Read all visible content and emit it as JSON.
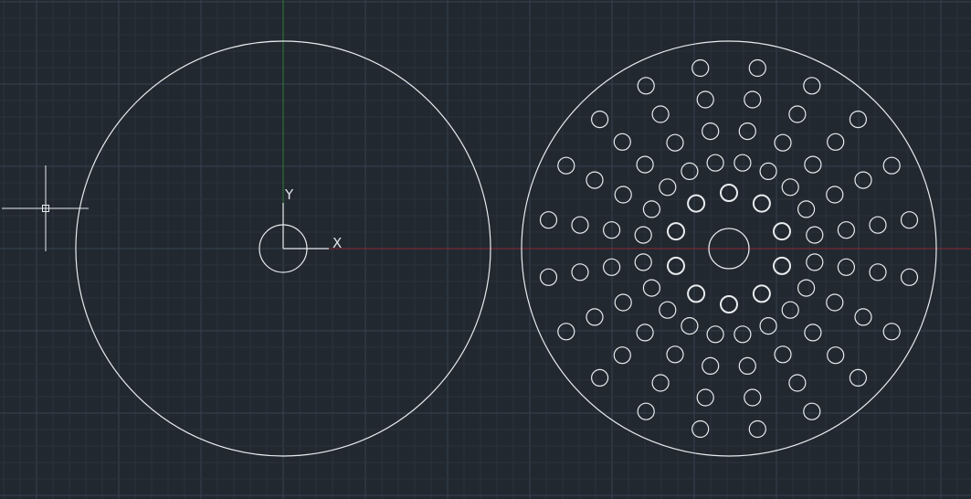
{
  "app": {
    "type": "CAD drawing canvas (model space)"
  },
  "colors": {
    "background": "#212830",
    "grid_minor": "#2b333d",
    "grid_major": "#374250",
    "x_axis": "#8a2a31",
    "y_axis": "#2e7d32",
    "geometry": "#e8ecef",
    "crosshair": "#e8ecef"
  },
  "ucs_icon": {
    "x_label": "X",
    "y_label": "Y"
  },
  "drawing": {
    "objects": [
      "left-plate-outline",
      "left-center-circle",
      "right-perforated-plate-outline",
      "right-center-hole",
      "perforation-holes"
    ]
  }
}
